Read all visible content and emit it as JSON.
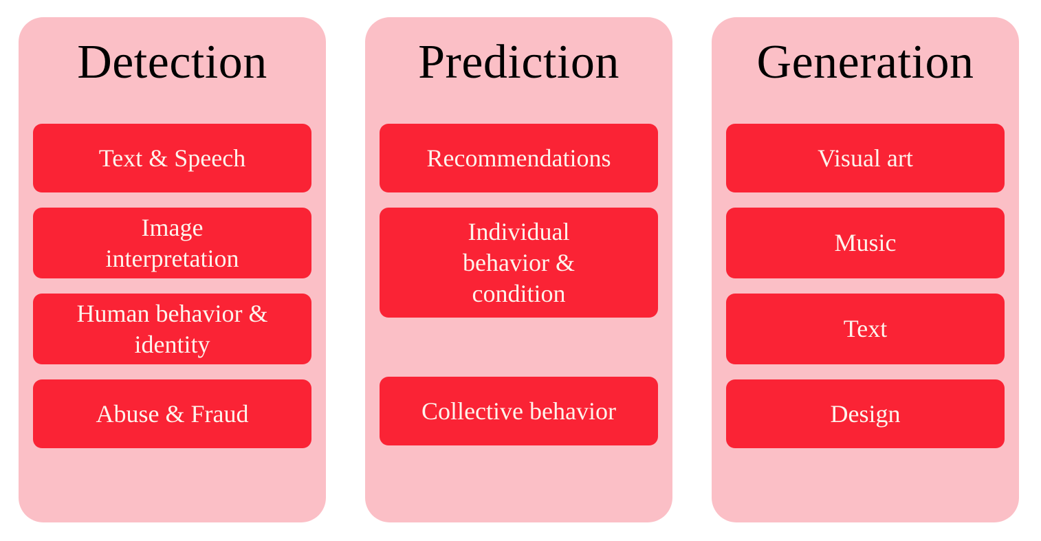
{
  "diagram": {
    "type": "three-column-category-diagram",
    "background_color": "#ffffff",
    "card_color": "#fbbfc6",
    "item_color": "#fa2335",
    "item_text_color": "#fdf3ec",
    "title_text_color": "#000000",
    "columns": [
      {
        "title": "Detection",
        "items": [
          {
            "label": "Text & Speech"
          },
          {
            "label": "Image\ninterpretation"
          },
          {
            "label": "Human behavior &\nidentity"
          },
          {
            "label": "Abuse & Fraud"
          }
        ]
      },
      {
        "title": "Prediction",
        "items": [
          {
            "label": "Recommendations"
          },
          {
            "label": "Individual\nbehavior &\ncondition"
          },
          {
            "label": "Collective behavior"
          }
        ]
      },
      {
        "title": "Generation",
        "items": [
          {
            "label": "Visual art"
          },
          {
            "label": "Music"
          },
          {
            "label": "Text"
          },
          {
            "label": "Design"
          }
        ]
      }
    ]
  }
}
